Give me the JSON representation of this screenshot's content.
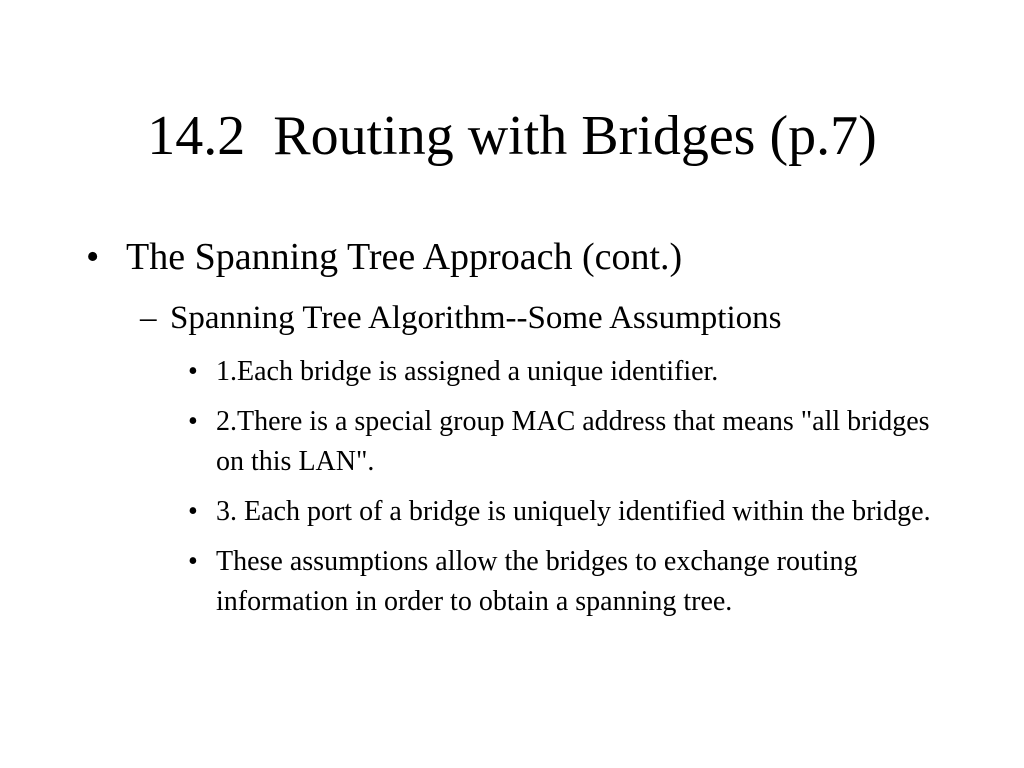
{
  "slide": {
    "title": "14.2  Routing with Bridges (p.7)",
    "level1": {
      "bullet": "•",
      "text": "The Spanning Tree Approach (cont.)"
    },
    "level2": {
      "bullet": "–",
      "text": "Spanning Tree Algorithm--Some Assumptions"
    },
    "level3": [
      {
        "bullet": "•",
        "text": "1.Each bridge is assigned a unique identifier."
      },
      {
        "bullet": "•",
        "text": "2.There is a special group MAC address that means \"all bridges on this LAN\"."
      },
      {
        "bullet": "•",
        "text": "3. Each port of a bridge is uniquely identified within the bridge."
      },
      {
        "bullet": "•",
        "text": "These assumptions allow the bridges to exchange routing information in order to obtain a spanning tree."
      }
    ]
  }
}
